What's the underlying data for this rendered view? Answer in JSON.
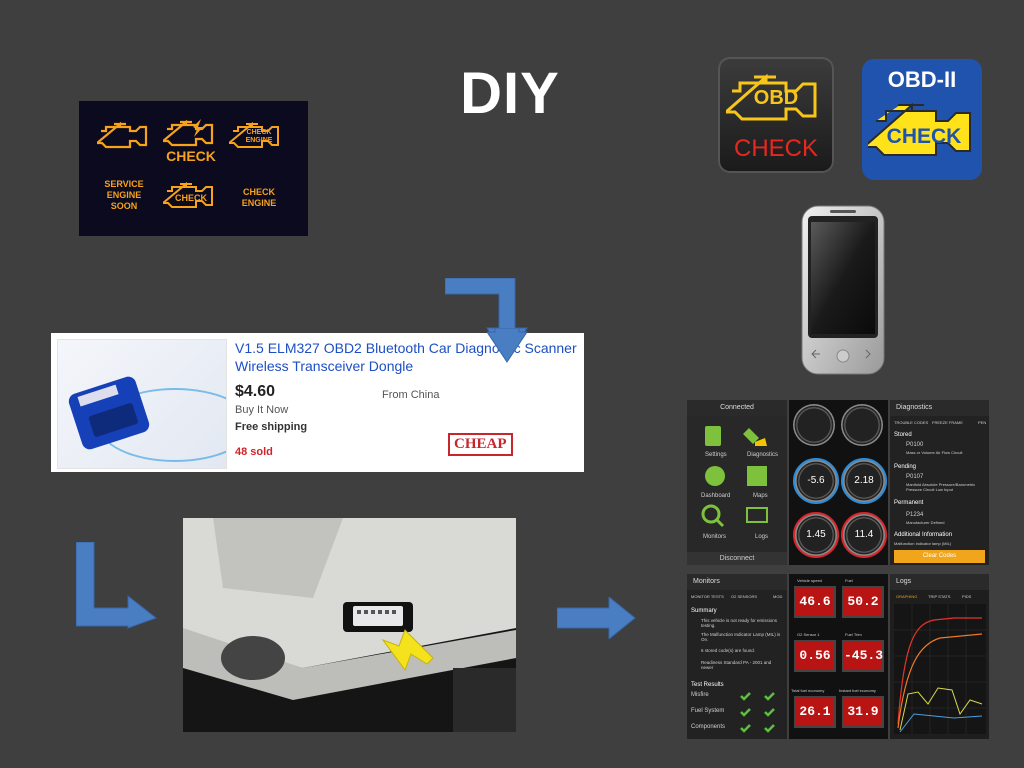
{
  "title": "DIY",
  "warning_lights": {
    "check_large": "CHECK",
    "check_engine_icon": "CHECK ENGINE",
    "service_engine_soon": "SERVICE ENGINE SOON",
    "check_small": "CHECK",
    "check_engine_text": "CHECK ENGINE"
  },
  "listing": {
    "title": "V1.5 ELM327 OBD2 Bluetooth Car Diagnostic Scanner Wireless Transceiver Dongle",
    "price": "$4.60",
    "buy_it_now": "Buy It Now",
    "shipping": "Free shipping",
    "sold": "48 sold",
    "from": "From China",
    "stamp": "CHEAP"
  },
  "app_icons": {
    "icon1_top": "OBD",
    "icon1_bottom": "CHECK",
    "icon2_top": "OBD-II",
    "icon2_bottom": "CHECK"
  },
  "app_screens": {
    "connected": {
      "header": "Connected",
      "items": [
        "Settings",
        "Diagnostics",
        "Dashboard",
        "Maps",
        "Monitors",
        "Logs"
      ],
      "footer": "Disconnect"
    },
    "gauges": {
      "values": [
        "-5.6",
        "2.18",
        "1.45",
        "11.4"
      ]
    },
    "diagnostics": {
      "header": "Diagnostics",
      "tabs": [
        "TROUBLE CODES",
        "FREEZE FRAME",
        "PEN"
      ],
      "sections": [
        {
          "label": "Stored",
          "code": "P0100",
          "desc": "Mass or Volume Air Flow Circuit"
        },
        {
          "label": "Pending",
          "code": "P0107",
          "desc": "Manifold Absolute Pressure/Barometric Pressure Circuit Low Input"
        },
        {
          "label": "Permanent",
          "code": "P1234",
          "desc": "Manufacturer Defined"
        }
      ],
      "additional": "Additional Information",
      "additional_desc": "Malfunction Indicator lamp (MIL)",
      "button": "Clear Codes"
    },
    "monitors": {
      "header": "Monitors",
      "tabs": [
        "MONITOR TESTS",
        "O2 SENSORS",
        "MOD"
      ],
      "summary": "Summary",
      "lines": [
        "This vehicle is not ready for emissions testing.",
        "The Malfunction Indicator Lamp (MIL) is On.",
        "6 stored code(s) are found.",
        "Readiness Standard PA - 2001 and newer"
      ],
      "test_results": "Test Results",
      "tests": [
        "Misfire",
        "Fuel System",
        "Components"
      ]
    },
    "readouts": {
      "labels": [
        "Vehicle speed",
        "Fuel",
        "O2 Sensor 1",
        "Fuel Trim",
        "Total fuel economy",
        "Instant fuel economy"
      ],
      "values": [
        "46.6",
        "50.2",
        "0.56",
        "-45.3",
        "26.1",
        "31.9"
      ]
    },
    "logs": {
      "header": "Logs",
      "tabs": [
        "GRAPHING",
        "TRIP STATS",
        "PIDS"
      ]
    }
  },
  "colors": {
    "background": "#3f3f3f",
    "arrow": "#4a7ec2",
    "amber": "#f7a21b",
    "red_readout": "#b81414"
  }
}
